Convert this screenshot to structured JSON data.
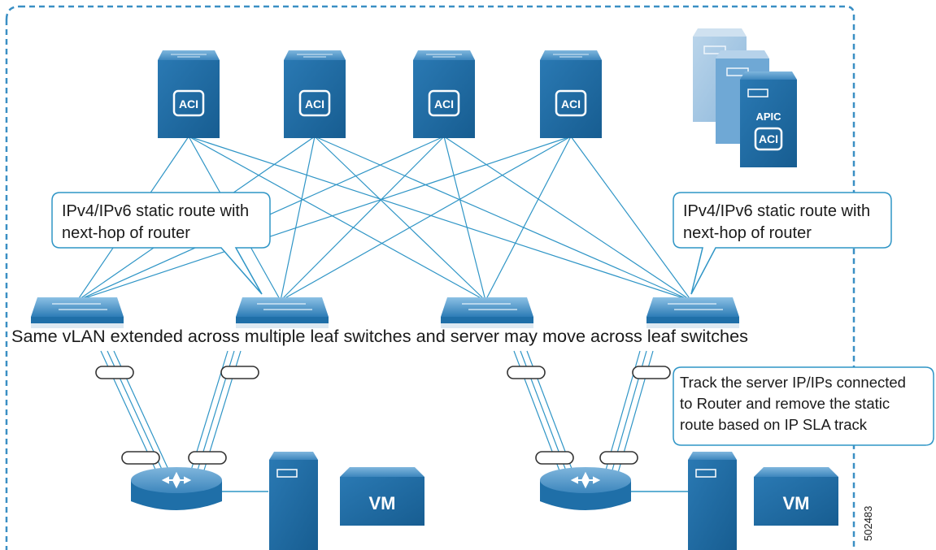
{
  "callouts": {
    "left_line1": "IPv4/IPv6 static route with",
    "left_line2": "next-hop of router",
    "right_line1": "IPv4/IPv6 static route with",
    "right_line2": "next-hop of router",
    "track_line1": "Track the server IP/IPs connected",
    "track_line2": "to Router and remove the static",
    "track_line3": "route based on IP SLA track"
  },
  "main_caption": "Same vLAN extended across multiple leaf switches and server may move across leaf switches",
  "icons": {
    "spine_label": "ACI",
    "apic_label": "APIC",
    "apic_aci_label": "ACI",
    "vm_label": "VM"
  },
  "figure_id": "502483",
  "colors": {
    "device_blue": "#1f6fa8",
    "device_light": "#5b9fd0",
    "link_blue": "#2f95c6",
    "border_dashed": "#3a8fc4",
    "callout_border": "#2f95c6"
  }
}
